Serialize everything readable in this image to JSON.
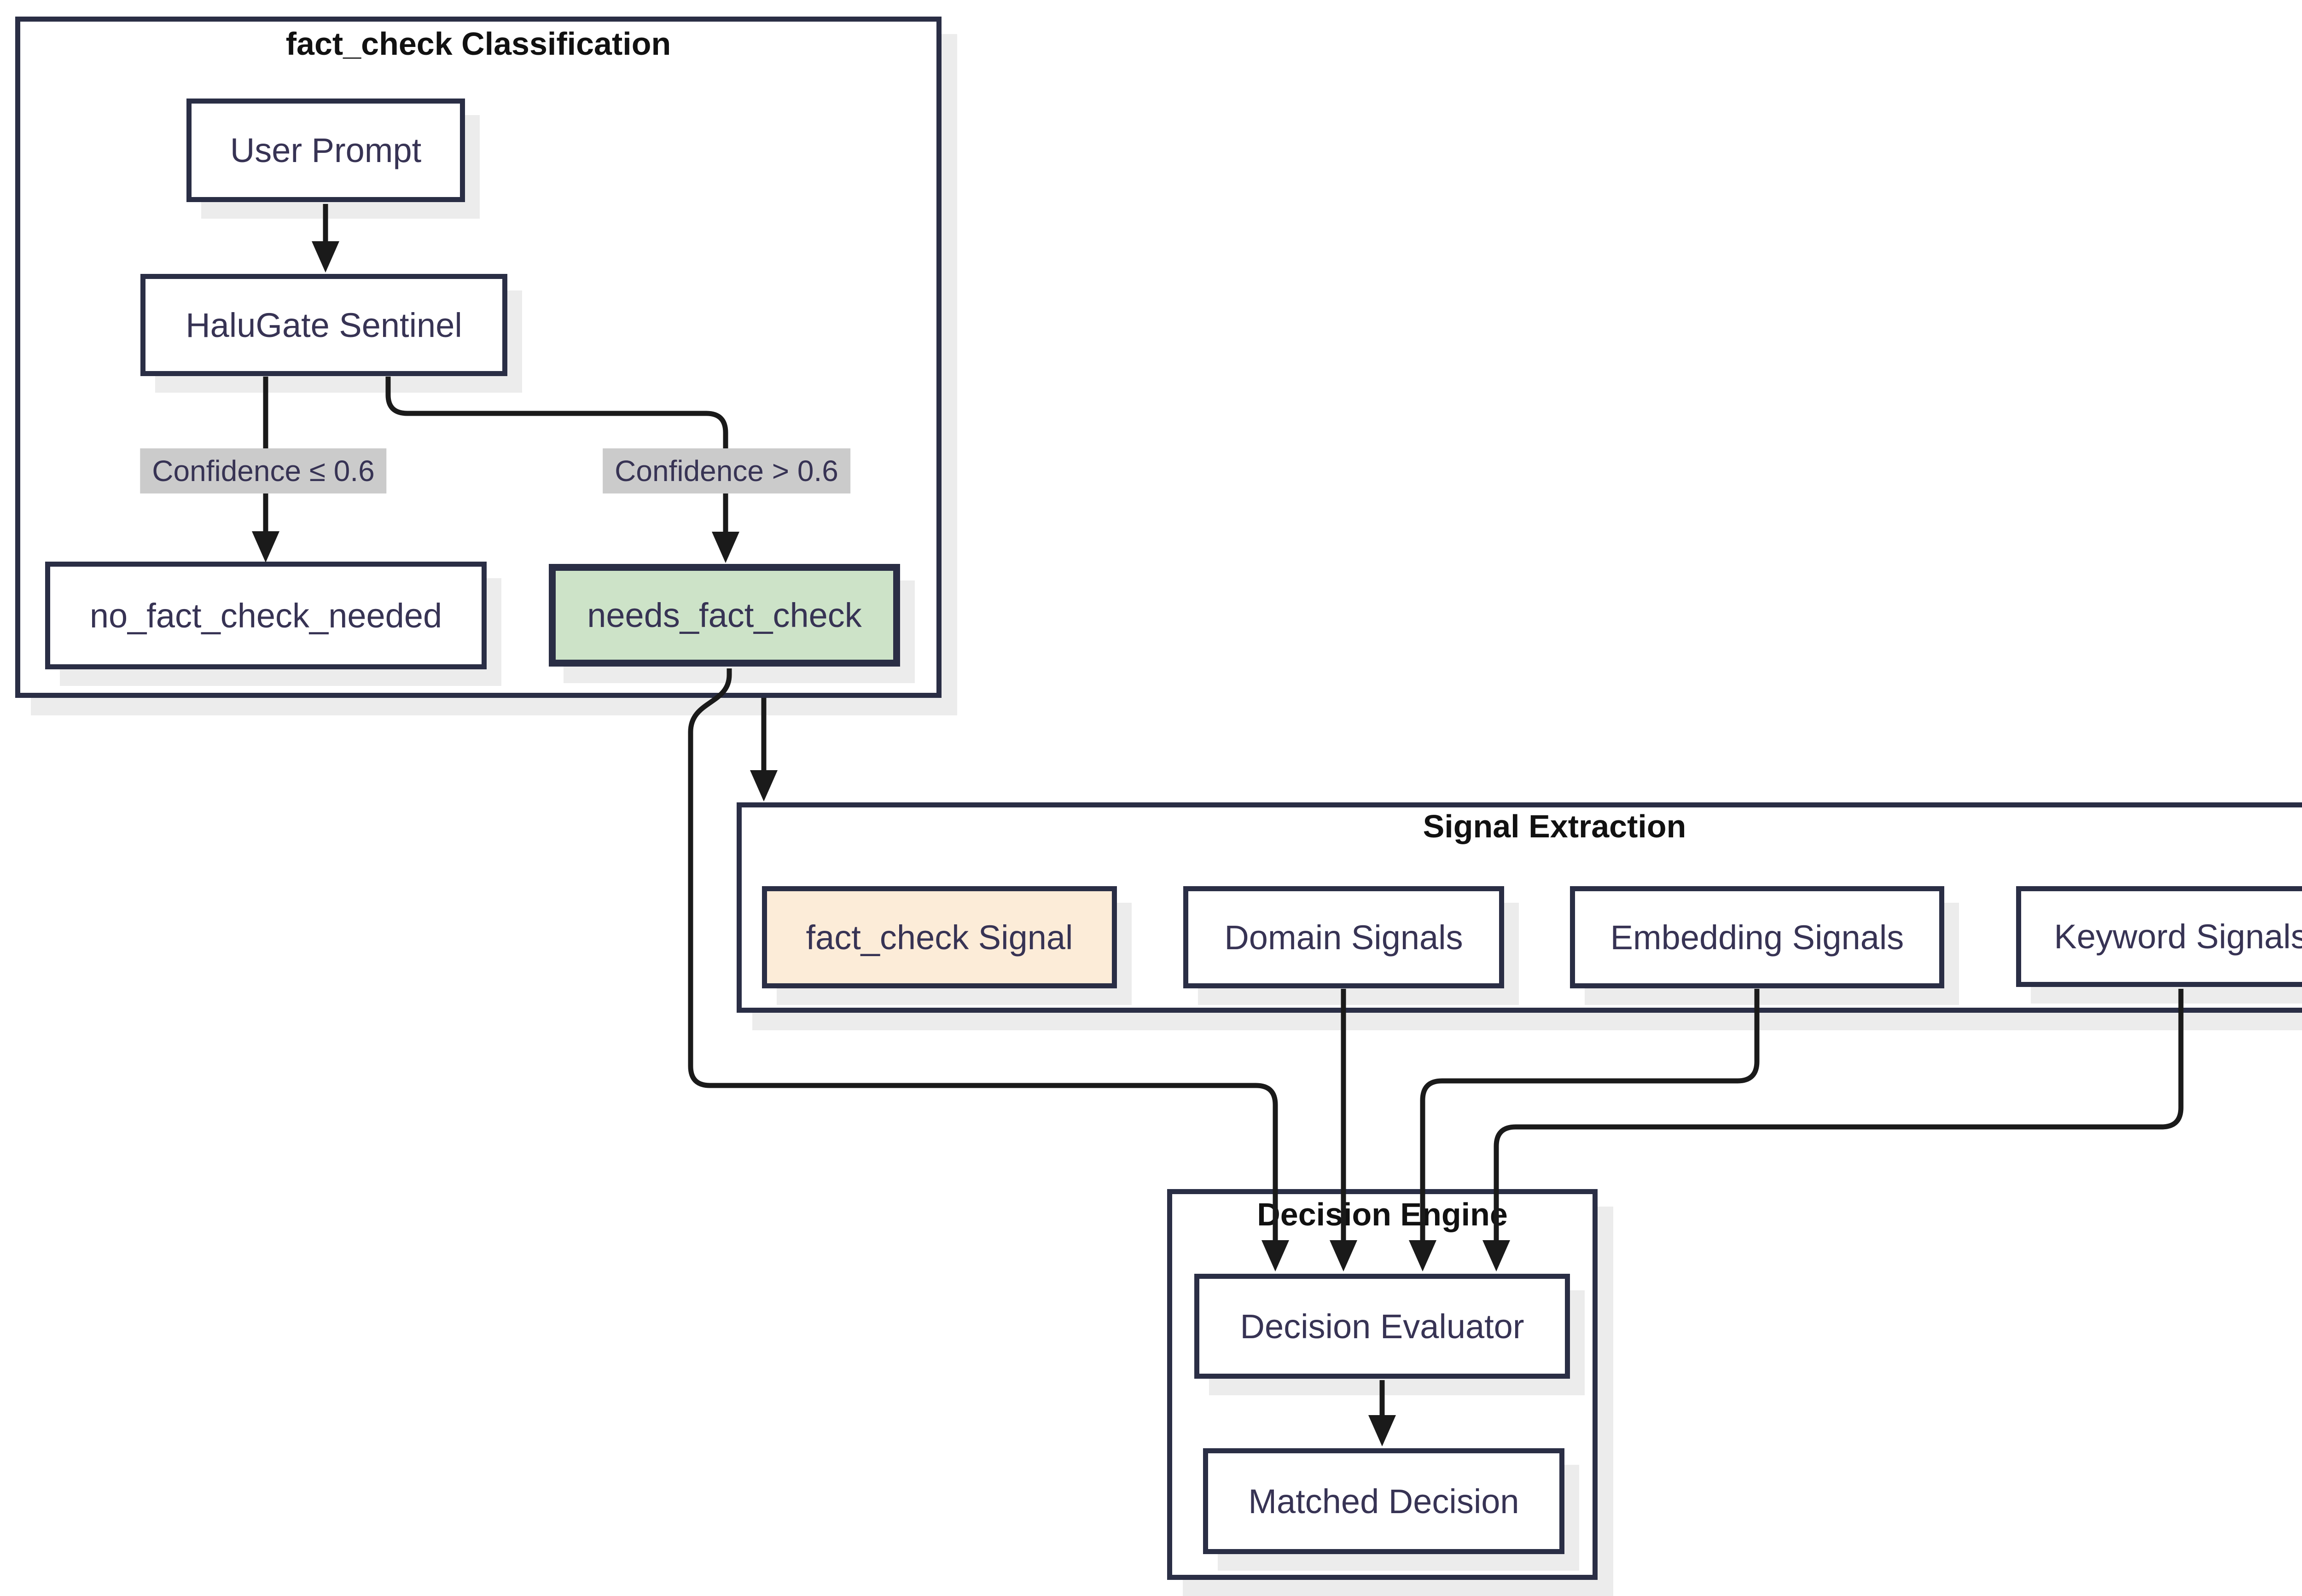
{
  "diagram": {
    "type": "flowchart",
    "clusters": [
      {
        "id": "classification",
        "title": "fact_check Classification"
      },
      {
        "id": "signal_extraction",
        "title": "Signal Extraction"
      },
      {
        "id": "decision_engine",
        "title": "Decision Engine"
      }
    ],
    "nodes": [
      {
        "id": "user_prompt",
        "label": "User Prompt",
        "fill": "#ffffff"
      },
      {
        "id": "halugate_sentinel",
        "label": "HaluGate Sentinel",
        "fill": "#ffffff"
      },
      {
        "id": "no_fact_check_needed",
        "label": "no_fact_check_needed",
        "fill": "#ffffff"
      },
      {
        "id": "needs_fact_check",
        "label": "needs_fact_check",
        "fill": "#cde3c8"
      },
      {
        "id": "fact_check_signal",
        "label": "fact_check Signal",
        "fill": "#fcecd8"
      },
      {
        "id": "domain_signals",
        "label": "Domain Signals",
        "fill": "#ffffff"
      },
      {
        "id": "embedding_signals",
        "label": "Embedding Signals",
        "fill": "#ffffff"
      },
      {
        "id": "keyword_signals",
        "label": "Keyword Signals",
        "fill": "#ffffff"
      },
      {
        "id": "decision_evaluator",
        "label": "Decision Evaluator",
        "fill": "#ffffff"
      },
      {
        "id": "matched_decision",
        "label": "Matched Decision",
        "fill": "#ffffff"
      }
    ],
    "edge_labels": [
      {
        "id": "confidence_low",
        "text": "Confidence ≤ 0.6"
      },
      {
        "id": "confidence_high",
        "text": "Confidence > 0.6"
      }
    ],
    "edges": [
      {
        "from": "user_prompt",
        "to": "halugate_sentinel"
      },
      {
        "from": "halugate_sentinel",
        "to": "no_fact_check_needed",
        "label": "Confidence ≤ 0.6"
      },
      {
        "from": "halugate_sentinel",
        "to": "needs_fact_check",
        "label": "Confidence > 0.6"
      },
      {
        "from": "needs_fact_check",
        "to": "signal_extraction"
      },
      {
        "from": "needs_fact_check",
        "to": "decision_evaluator"
      },
      {
        "from": "domain_signals",
        "to": "decision_evaluator"
      },
      {
        "from": "embedding_signals",
        "to": "decision_evaluator"
      },
      {
        "from": "keyword_signals",
        "to": "decision_evaluator"
      },
      {
        "from": "decision_evaluator",
        "to": "matched_decision"
      }
    ],
    "colors": {
      "node_border": "#2a2e45",
      "node_text": "#373354",
      "cluster_title_text": "#111111",
      "edge_stroke": "#1a1a1a",
      "edge_label_bg": "#cbcbcb",
      "highlight_green": "#cde3c8",
      "highlight_orange": "#fcecd8",
      "shadow": "#ececec",
      "background": "#ffffff"
    }
  }
}
